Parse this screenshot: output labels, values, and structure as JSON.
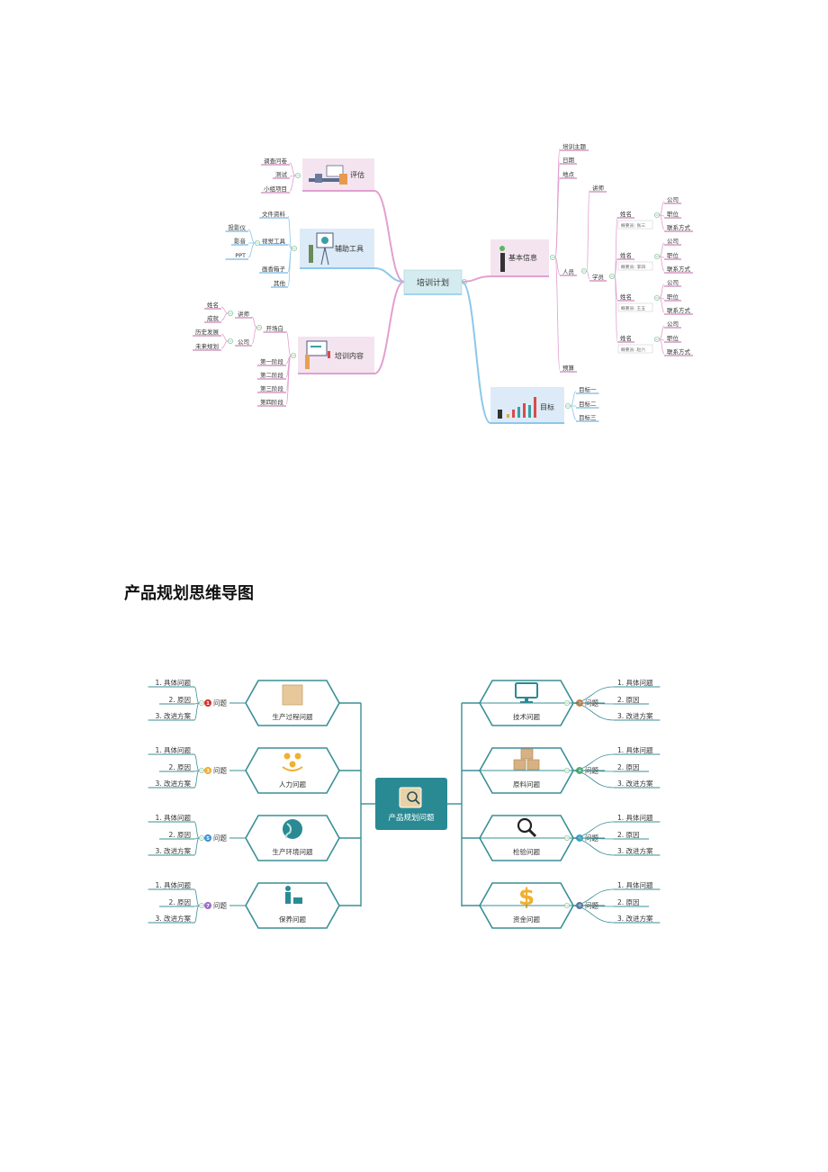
{
  "map1": {
    "center": "培训计划",
    "evaluation": {
      "label": "评估",
      "items": [
        "调查问卷",
        "测试",
        "小组项目"
      ]
    },
    "tools": {
      "label": "辅助工具",
      "docs": "文件资料",
      "visual": "视觉工具",
      "visual_items": [
        "投影仪",
        "影音",
        "PPT"
      ],
      "board": "画香箱子",
      "other": "其他"
    },
    "content": {
      "label": "培训内容",
      "opening": "开场白",
      "lecturer": "讲师",
      "lecturer_items": [
        "姓名",
        "成就"
      ],
      "company": "公司",
      "company_items": [
        "历史发展",
        "未来规划"
      ],
      "stages": [
        "第一阶段",
        "第二阶段",
        "第三阶段",
        "第四阶段"
      ]
    },
    "basic": {
      "label": "基本信息",
      "topic": "培训主题",
      "date": "日期",
      "place": "地点",
      "people": "人员",
      "lecturer": "讲师",
      "students": "学员",
      "budget": "预算",
      "student_groups": [
        {
          "name": "姓名",
          "note": "概要员: 张三",
          "fields": [
            "公司",
            "职位",
            "联系方式"
          ]
        },
        {
          "name": "姓名",
          "note": "概要员: 李四",
          "fields": [
            "公司",
            "职位",
            "联系方式"
          ]
        },
        {
          "name": "姓名",
          "note": "概要员: 王五",
          "fields": [
            "公司",
            "职位",
            "联系方式"
          ]
        },
        {
          "name": "姓名",
          "note": "概要员: 赵六",
          "fields": [
            "公司",
            "职位",
            "联系方式"
          ]
        }
      ]
    },
    "goals": {
      "label": "目标",
      "items": [
        "目标一",
        "目标二",
        "目标三"
      ]
    }
  },
  "section_title": "产品规划思维导图",
  "map2": {
    "center": "产品规划问题",
    "topics": [
      {
        "label": "生产过程问题",
        "badge": "1",
        "badge_color": "#d9312b",
        "tag": "问题",
        "subs": [
          "具体问题",
          "原因",
          "改进方案"
        ]
      },
      {
        "label": "人力问题",
        "badge": "3",
        "badge_color": "#f0a830",
        "tag": "问题",
        "subs": [
          "具体问题",
          "原因",
          "改进方案"
        ]
      },
      {
        "label": "生产环境问题",
        "badge": "5",
        "badge_color": "#3d8fd6",
        "tag": "问题",
        "subs": [
          "具体问题",
          "原因",
          "改进方案"
        ]
      },
      {
        "label": "保养问题",
        "badge": "7",
        "badge_color": "#9b6ac9",
        "tag": "问题",
        "subs": [
          "具体问题",
          "原因",
          "改进方案"
        ]
      },
      {
        "label": "技术问题",
        "badge": "2",
        "badge_color": "#ee7d32",
        "tag": "问题",
        "subs": [
          "具体问题",
          "原因",
          "改进方案"
        ]
      },
      {
        "label": "原料问题",
        "badge": "4",
        "badge_color": "#5cb85c",
        "tag": "问题",
        "subs": [
          "具体问题",
          "原因",
          "改进方案"
        ]
      },
      {
        "label": "检验问题",
        "badge": "6",
        "badge_color": "#3aa9d6",
        "tag": "问题",
        "subs": [
          "具体问题",
          "原因",
          "改进方案"
        ]
      },
      {
        "label": "资金问题",
        "badge": "8",
        "badge_color": "#6a6f9e",
        "tag": "问题",
        "subs": [
          "具体问题",
          "原因",
          "改进方案"
        ]
      }
    ],
    "sub_prefixes": [
      "1.",
      "2.",
      "3."
    ]
  },
  "colors": {
    "pink_line": "#e2a0d0",
    "blue_line": "#8cc8ec",
    "teal": "#2a8a94",
    "teal_line": "#3a8f96",
    "label_underline_pink": "#d49ac4",
    "label_underline_blue": "#8ec4e8"
  }
}
